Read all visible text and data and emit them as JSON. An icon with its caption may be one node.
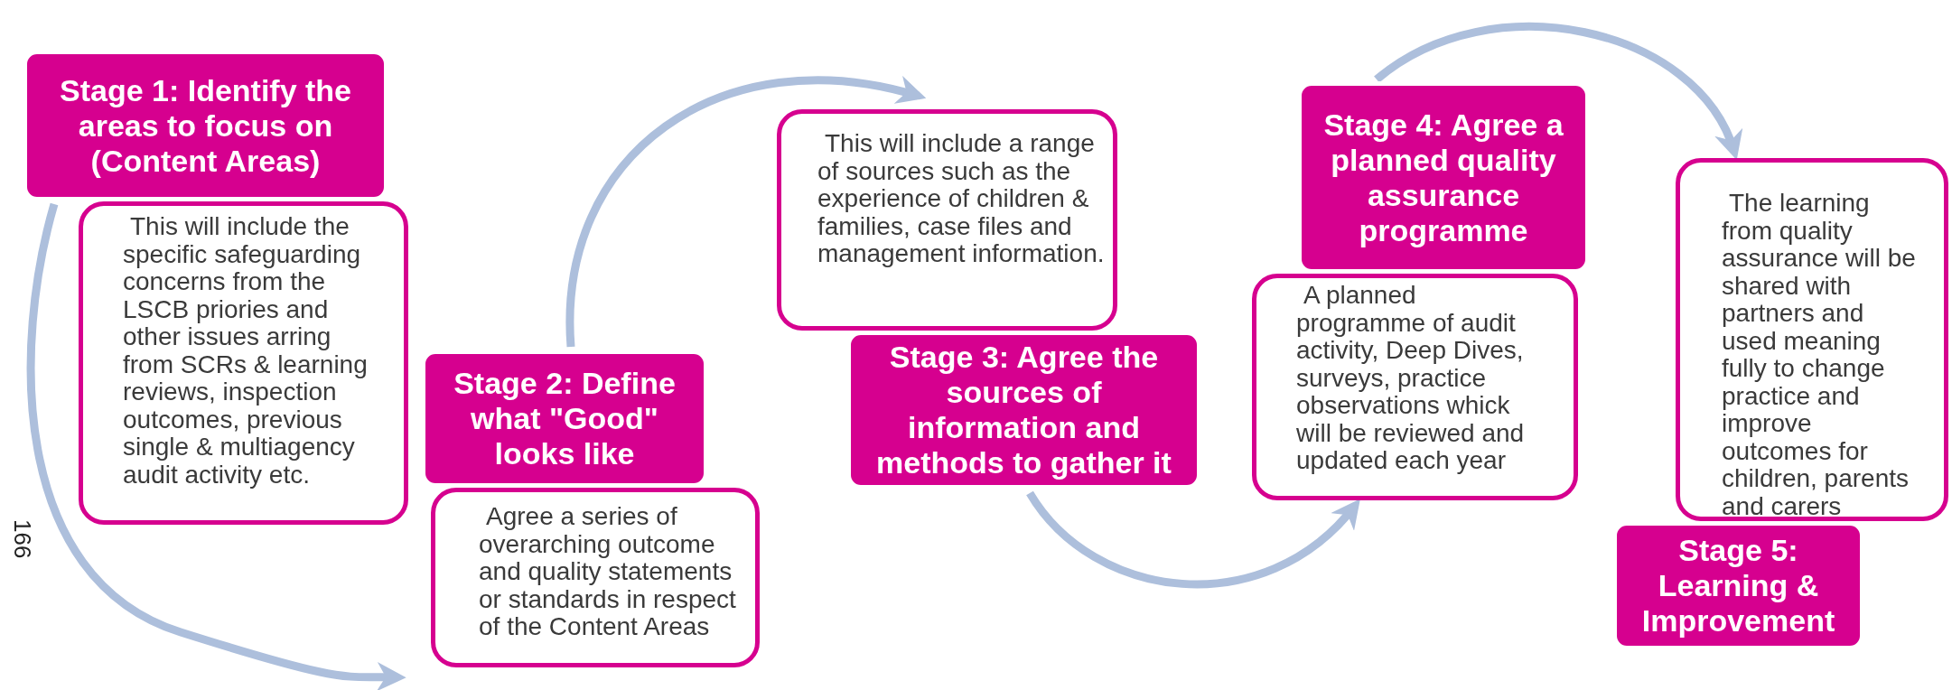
{
  "diagram": {
    "nodes": [
      {
        "text": [
          "Stage 1: Identify the areas to focus on (Content Areas)"
        ]
      },
      {
        "text": [
          "This will include the specific safeguarding concerns from the LSCB priories and other issues arring from SCRs & learning reviews, inspection outcomes, previous single & multiagency audit activity etc."
        ]
      },
      {
        "text": [
          "Stage 2: Define what \"Good\" looks like"
        ]
      },
      {
        "text": [
          "Agree a series of overarching outcome and quality statements or standards in respect of the Content Areas"
        ]
      },
      {
        "text": [
          "This will include a range of sources such as the experience of children & families, case files and management information."
        ]
      },
      {
        "text": [
          "Stage 3: Agree the sources of information and methods to gather it"
        ]
      },
      {
        "text": [
          "Stage 4: Agree a planned quality assurance programme"
        ]
      },
      {
        "text": [
          "A planned programme of audit activity, Deep Dives, surveys, practice observations whick will be reviewed and updated each year"
        ]
      },
      {
        "text": [
          "The learning from quality assurance will be shared with partners and used meaning fully to change practice and improve outcomes for children, parents and carers"
        ]
      },
      {
        "text": [
          "Stage 5: Learning & Improvement"
        ]
      }
    ],
    "edges": [
      {
        "from": 0,
        "to": 3,
        "arrow": "to"
      },
      {
        "from": 2,
        "to": 4,
        "arrow": "to"
      },
      {
        "from": 5,
        "to": 7,
        "arrow": "to"
      },
      {
        "from": 6,
        "to": 8,
        "arrow": "to"
      }
    ],
    "labels": [
      "166"
    ]
  }
}
